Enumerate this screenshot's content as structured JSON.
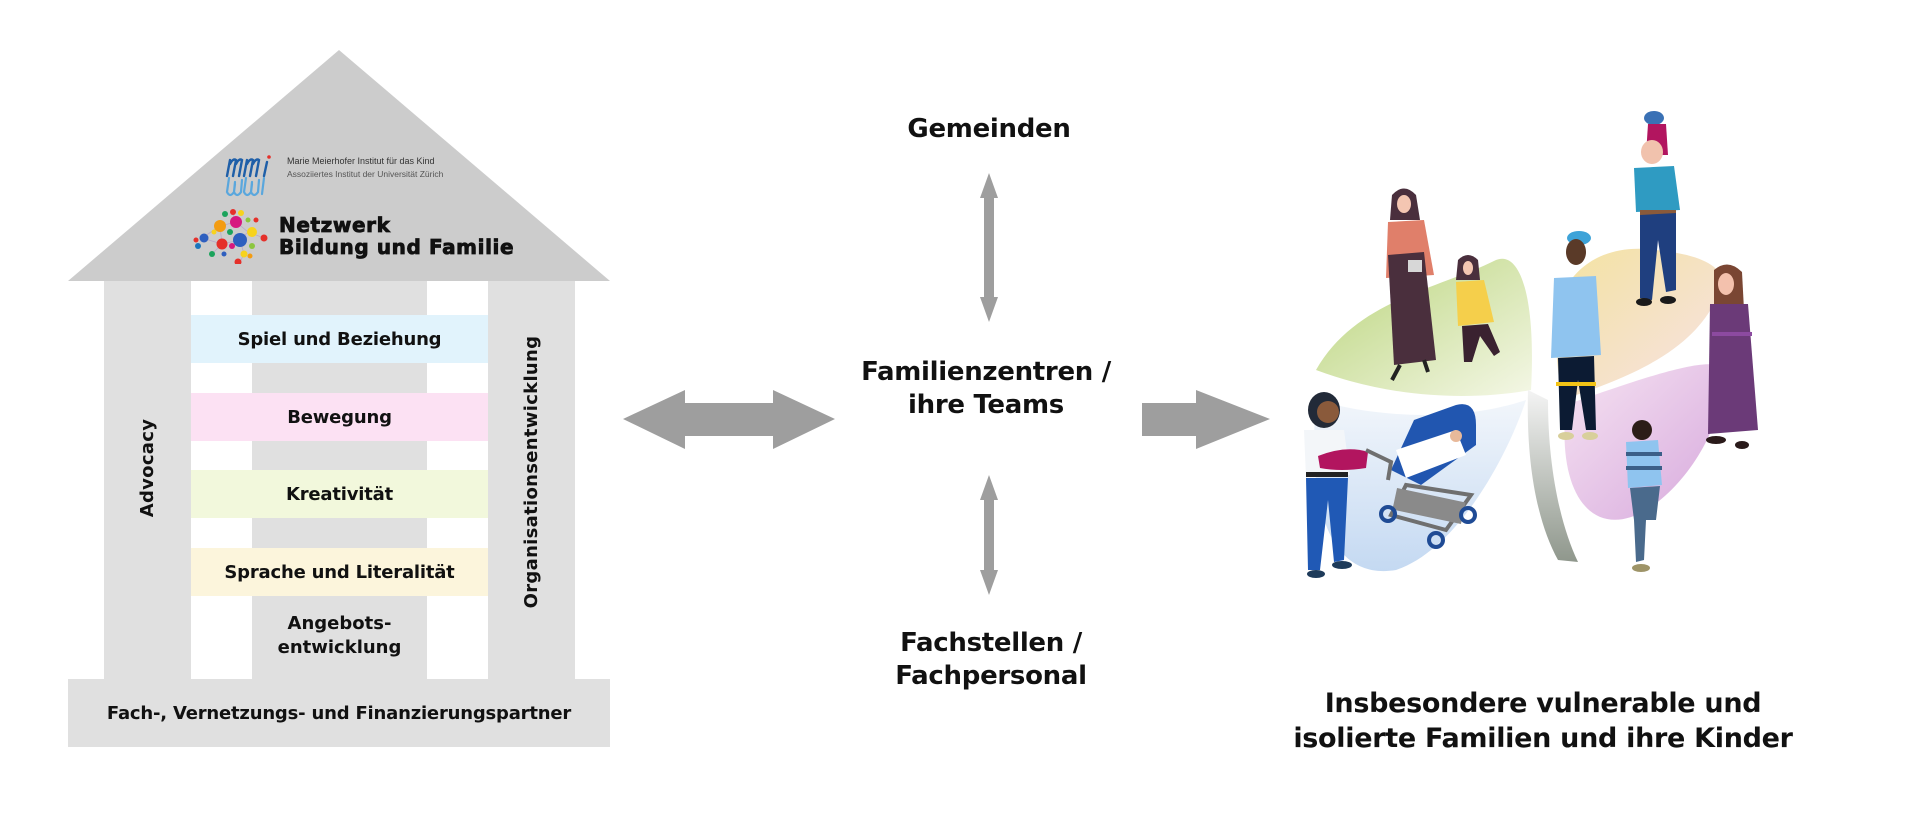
{
  "house": {
    "logos": {
      "mmi": {
        "mark": "mmi",
        "name": "Marie Meierhofer Institut für das Kind",
        "subtitle": "Assoziiertes Institut der Universität Zürich",
        "color": "#1f6fb5"
      },
      "network": {
        "line1": "Netzwerk",
        "line2": "Bildung und Familie",
        "dot_colors": [
          "#e5302a",
          "#f39c12",
          "#f7d31d",
          "#2e5fbf",
          "#d6187f",
          "#1ba35c",
          "#8cc63f",
          "#1b75bc"
        ]
      }
    },
    "left_pillar": "Advocacy",
    "right_pillar": "Organisationsentwicklung",
    "bands": [
      {
        "label": "Spiel und Beziehung",
        "color": "#e1f3fc"
      },
      {
        "label": "Bewegung",
        "color": "#fce1f3"
      },
      {
        "label": "Kreativität",
        "color": "#f2f8dc"
      },
      {
        "label": "Sprache und Literalität",
        "color": "#fcf5dc"
      }
    ],
    "middle_pillar_bottom": [
      "Angebots-",
      "entwicklung"
    ],
    "base": "Fach-, Vernetzungs- und Finanzierungspartner",
    "colors": {
      "roof": "#cccccc",
      "pillar": "#e0e0e0"
    }
  },
  "center": {
    "top": "Gemeinden",
    "middle": [
      "Familienzentren /",
      "ihre Teams"
    ],
    "bottom": [
      "Fachstellen /",
      "Fachpersonal"
    ],
    "arrow_color": "#9e9e9e"
  },
  "target": {
    "illustration": "families-clover-illustration",
    "caption": [
      "Insbesondere vulnerable und",
      "isolierte Familien und ihre Kinder"
    ]
  }
}
